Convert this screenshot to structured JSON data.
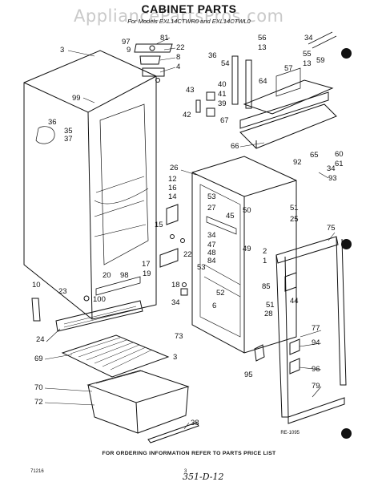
{
  "watermark": "AppliancePartsPros.com",
  "title": "CABINET PARTS",
  "subtitle": "For Models EXL14CTWR0 and EXL14CTWL0",
  "footer": "FOR ORDERING INFORMATION REFER TO PARTS PRICE LIST",
  "ref_code": "RE-1095",
  "doc_code": "71216",
  "page_number": "3",
  "handwritten": "351-D-12",
  "callouts": [
    {
      "id": "c81",
      "text": "81"
    },
    {
      "id": "c97",
      "text": "97"
    },
    {
      "id": "c9",
      "text": "9"
    },
    {
      "id": "c22",
      "text": "22"
    },
    {
      "id": "c8",
      "text": "8"
    },
    {
      "id": "c4",
      "text": "4"
    },
    {
      "id": "c3",
      "text": "3"
    },
    {
      "id": "c99",
      "text": "99"
    },
    {
      "id": "c36a",
      "text": "36"
    },
    {
      "id": "c35",
      "text": "35"
    },
    {
      "id": "c37",
      "text": "37"
    },
    {
      "id": "c36b",
      "text": "36"
    },
    {
      "id": "c54",
      "text": "54"
    },
    {
      "id": "c57",
      "text": "57"
    },
    {
      "id": "c34a",
      "text": "34"
    },
    {
      "id": "c56",
      "text": "56"
    },
    {
      "id": "c13a",
      "text": "13"
    },
    {
      "id": "c55",
      "text": "55"
    },
    {
      "id": "c59",
      "text": "59"
    },
    {
      "id": "c13b",
      "text": "13"
    },
    {
      "id": "c40",
      "text": "40"
    },
    {
      "id": "c41",
      "text": "41"
    },
    {
      "id": "c64",
      "text": "64"
    },
    {
      "id": "c43",
      "text": "43"
    },
    {
      "id": "c39",
      "text": "39"
    },
    {
      "id": "c42",
      "text": "42"
    },
    {
      "id": "c67",
      "text": "67"
    },
    {
      "id": "c66",
      "text": "66"
    },
    {
      "id": "c65",
      "text": "65"
    },
    {
      "id": "c60",
      "text": "60"
    },
    {
      "id": "c92",
      "text": "92"
    },
    {
      "id": "c61",
      "text": "61"
    },
    {
      "id": "c34b",
      "text": "34"
    },
    {
      "id": "c93",
      "text": "93"
    },
    {
      "id": "c26",
      "text": "26"
    },
    {
      "id": "c12",
      "text": "12"
    },
    {
      "id": "c16",
      "text": "16"
    },
    {
      "id": "c14",
      "text": "14"
    },
    {
      "id": "c53a",
      "text": "53"
    },
    {
      "id": "c27",
      "text": "27"
    },
    {
      "id": "c45",
      "text": "45"
    },
    {
      "id": "c50",
      "text": "50"
    },
    {
      "id": "c51a",
      "text": "51"
    },
    {
      "id": "c25",
      "text": "25"
    },
    {
      "id": "c15",
      "text": "15"
    },
    {
      "id": "c34c",
      "text": "34"
    },
    {
      "id": "c47",
      "text": "47"
    },
    {
      "id": "c48",
      "text": "48"
    },
    {
      "id": "c84",
      "text": "84"
    },
    {
      "id": "c2",
      "text": "2"
    },
    {
      "id": "c49",
      "text": "49"
    },
    {
      "id": "c75",
      "text": "75"
    },
    {
      "id": "c1",
      "text": "1"
    },
    {
      "id": "c22b",
      "text": "22"
    },
    {
      "id": "c17",
      "text": "17"
    },
    {
      "id": "c19",
      "text": "19"
    },
    {
      "id": "c53b",
      "text": "53"
    },
    {
      "id": "c20",
      "text": "20"
    },
    {
      "id": "c98",
      "text": "98"
    },
    {
      "id": "c18",
      "text": "18"
    },
    {
      "id": "c85",
      "text": "85"
    },
    {
      "id": "c52",
      "text": "52"
    },
    {
      "id": "c10",
      "text": "10"
    },
    {
      "id": "c23",
      "text": "23"
    },
    {
      "id": "c100",
      "text": "100"
    },
    {
      "id": "c44",
      "text": "44"
    },
    {
      "id": "c34d",
      "text": "34"
    },
    {
      "id": "c6",
      "text": "6"
    },
    {
      "id": "c51b",
      "text": "51"
    },
    {
      "id": "c28",
      "text": "28"
    },
    {
      "id": "c24",
      "text": "24"
    },
    {
      "id": "c77",
      "text": "77"
    },
    {
      "id": "c73",
      "text": "73"
    },
    {
      "id": "c94",
      "text": "94"
    },
    {
      "id": "c69",
      "text": "69"
    },
    {
      "id": "c3b",
      "text": "3"
    },
    {
      "id": "c95",
      "text": "95"
    },
    {
      "id": "c96",
      "text": "96"
    },
    {
      "id": "c70",
      "text": "70"
    },
    {
      "id": "c79",
      "text": "79"
    },
    {
      "id": "c72",
      "text": "72"
    },
    {
      "id": "c38",
      "text": "38"
    }
  ]
}
